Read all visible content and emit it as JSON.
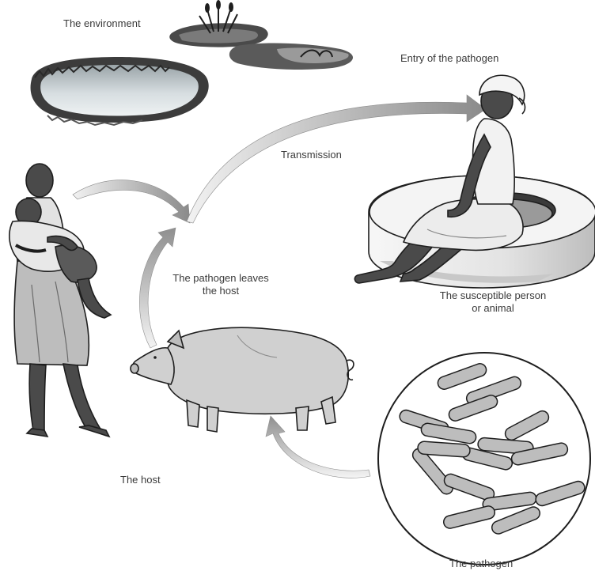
{
  "labels": {
    "environment": "The environment",
    "entry": "Entry of the pathogen",
    "transmission": "Transmission",
    "leaves_line1": "The pathogen leaves",
    "leaves_line2": "the host",
    "susceptible_line1": "The susceptible person",
    "susceptible_line2": "or animal",
    "host": "The host",
    "pathogen": "The pathogen"
  },
  "colors": {
    "ink": "#1e1e1e",
    "arrow_gray": "#8a8a8a",
    "skin_dark": "#4a4a4a",
    "cloth_light": "#e2e2e2",
    "pig_fill": "#d0d0d0",
    "water": "#c8d2d6",
    "bacteria": "#bdbdbd"
  },
  "icons": {
    "pond": "pond-icon",
    "mother_child": "mother-child-icon",
    "pig": "pig-icon",
    "woman": "woman-on-well-icon",
    "bacteria": "bacteria-circle-icon"
  }
}
